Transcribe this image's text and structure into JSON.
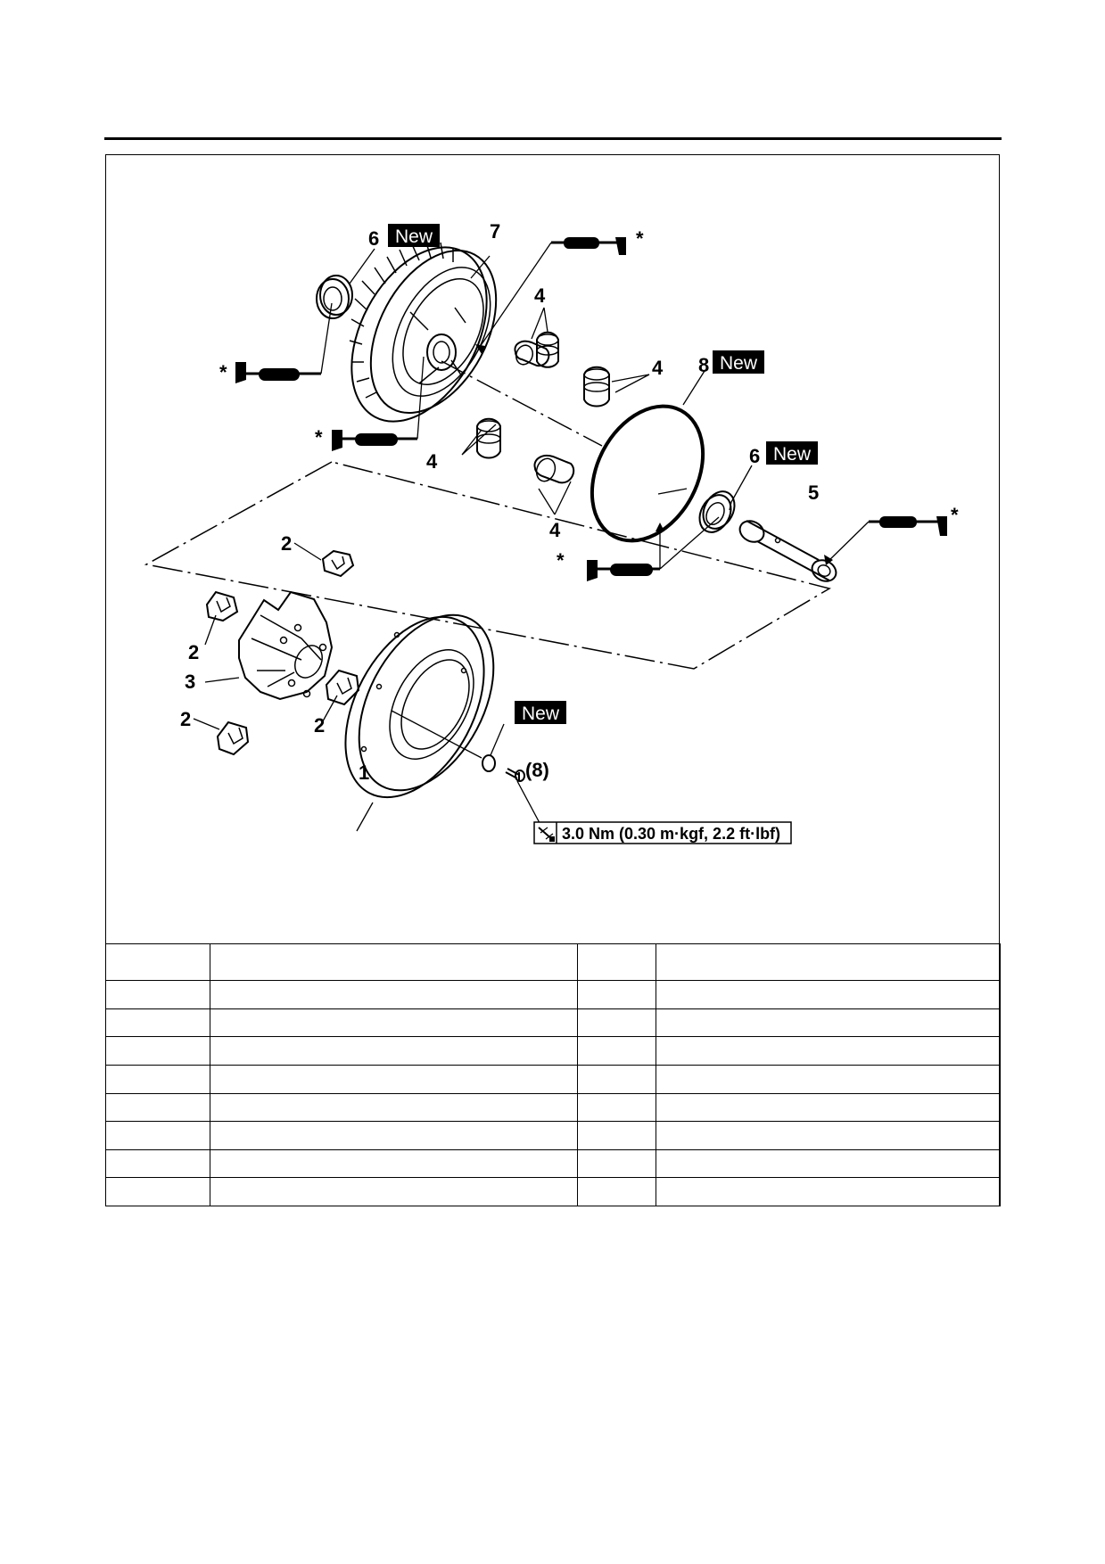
{
  "diagram": {
    "callouts": {
      "c1": "1",
      "c2a": "2",
      "c2b": "2",
      "c2c": "2",
      "c2d": "2",
      "c3": "3",
      "c4a": "4",
      "c4b": "4",
      "c4c": "4",
      "c4d": "4",
      "c5": "5",
      "c6a": "6",
      "c6b": "6",
      "c7": "7",
      "c8": "8",
      "c8b": "(8)"
    },
    "new_badge": "New",
    "asterisk": "*",
    "torque_spec": "3.0 Nm (0.30 m·kgf, 2.2 ft·lbf)"
  },
  "table": {
    "rows": 9,
    "columns": 4
  }
}
